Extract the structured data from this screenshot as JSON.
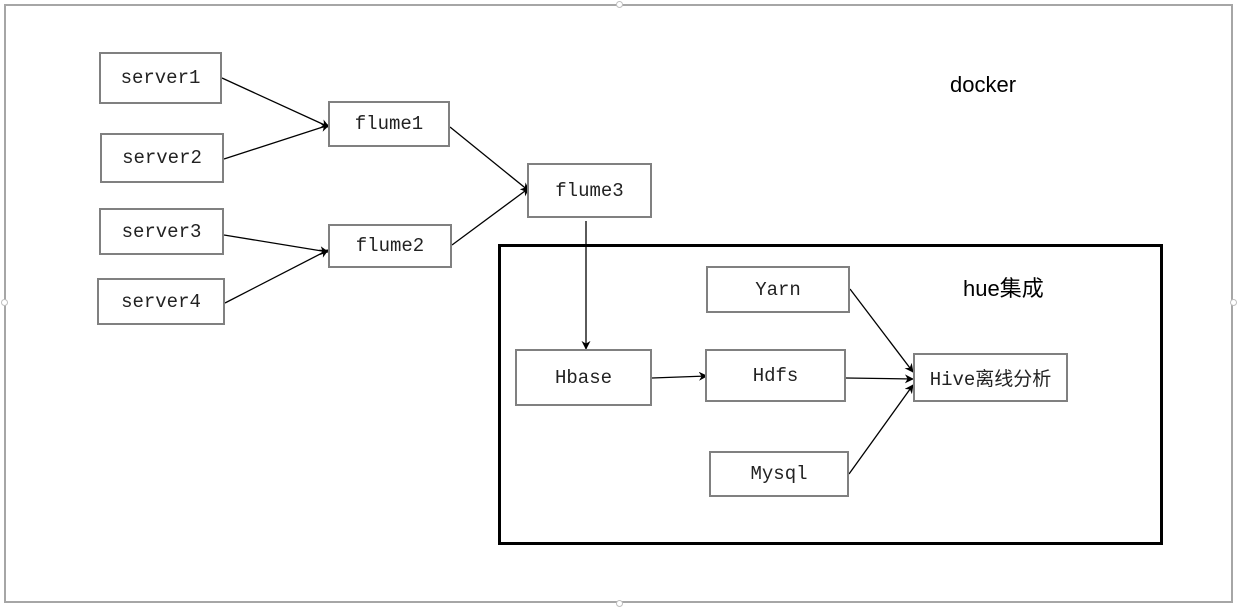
{
  "canvas_label": "docker",
  "group": {
    "label": "hue集成"
  },
  "nodes": {
    "server1": "server1",
    "server2": "server2",
    "server3": "server3",
    "server4": "server4",
    "flume1": "flume1",
    "flume2": "flume2",
    "flume3": "flume3",
    "hbase": "Hbase",
    "hdfs": "Hdfs",
    "yarn": "Yarn",
    "mysql": "Mysql",
    "hive": "Hive离线分析"
  },
  "edges": [
    {
      "from": "server1",
      "to": "flume1"
    },
    {
      "from": "server2",
      "to": "flume1"
    },
    {
      "from": "server3",
      "to": "flume2"
    },
    {
      "from": "server4",
      "to": "flume2"
    },
    {
      "from": "flume1",
      "to": "flume3"
    },
    {
      "from": "flume2",
      "to": "flume3"
    },
    {
      "from": "flume3",
      "to": "hbase"
    },
    {
      "from": "hbase",
      "to": "hdfs"
    },
    {
      "from": "yarn",
      "to": "hive"
    },
    {
      "from": "hdfs",
      "to": "hive"
    },
    {
      "from": "mysql",
      "to": "hive"
    }
  ]
}
